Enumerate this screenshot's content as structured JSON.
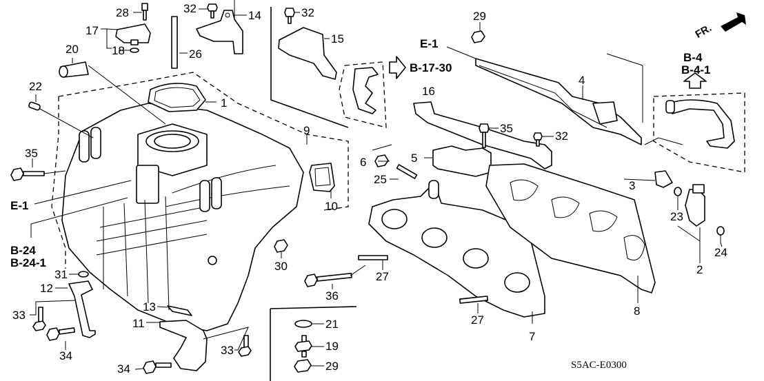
{
  "diagram": {
    "title": "Intake Manifold exploded parts diagram",
    "code": "S5AC-E0300",
    "direction_indicator": "FR.",
    "part_labels": [
      {
        "id": "p1",
        "text": "1"
      },
      {
        "id": "p2",
        "text": "2"
      },
      {
        "id": "p3",
        "text": "3"
      },
      {
        "id": "p4",
        "text": "4"
      },
      {
        "id": "p5",
        "text": "5"
      },
      {
        "id": "p6",
        "text": "6"
      },
      {
        "id": "p7",
        "text": "7"
      },
      {
        "id": "p8",
        "text": "8"
      },
      {
        "id": "p9",
        "text": "9"
      },
      {
        "id": "p10",
        "text": "10"
      },
      {
        "id": "p11",
        "text": "11"
      },
      {
        "id": "p12",
        "text": "12"
      },
      {
        "id": "p13",
        "text": "13"
      },
      {
        "id": "p14",
        "text": "14"
      },
      {
        "id": "p15",
        "text": "15"
      },
      {
        "id": "p16",
        "text": "16"
      },
      {
        "id": "p17",
        "text": "17"
      },
      {
        "id": "p18",
        "text": "18"
      },
      {
        "id": "p19",
        "text": "19"
      },
      {
        "id": "p20",
        "text": "20"
      },
      {
        "id": "p21",
        "text": "21"
      },
      {
        "id": "p22",
        "text": "22"
      },
      {
        "id": "p23",
        "text": "23"
      },
      {
        "id": "p24",
        "text": "24"
      },
      {
        "id": "p25",
        "text": "25"
      },
      {
        "id": "p26",
        "text": "26"
      },
      {
        "id": "p27a",
        "text": "27"
      },
      {
        "id": "p27b",
        "text": "27"
      },
      {
        "id": "p28",
        "text": "28"
      },
      {
        "id": "p29a",
        "text": "29"
      },
      {
        "id": "p29b",
        "text": "29"
      },
      {
        "id": "p30",
        "text": "30"
      },
      {
        "id": "p31",
        "text": "31"
      },
      {
        "id": "p32a",
        "text": "32"
      },
      {
        "id": "p32b",
        "text": "32"
      },
      {
        "id": "p32c",
        "text": "32"
      },
      {
        "id": "p33a",
        "text": "33"
      },
      {
        "id": "p33b",
        "text": "33"
      },
      {
        "id": "p34a",
        "text": "34"
      },
      {
        "id": "p34b",
        "text": "34"
      },
      {
        "id": "p35a",
        "text": "35"
      },
      {
        "id": "p35b",
        "text": "35"
      },
      {
        "id": "p36",
        "text": "36"
      }
    ],
    "references": {
      "e1_left": "E-1",
      "e1_top": "E-1",
      "b24": "B-24",
      "b24_1": "B-24-1",
      "b17_30": "B-17-30",
      "b4": "B-4",
      "b4_1": "B-4-1"
    }
  }
}
